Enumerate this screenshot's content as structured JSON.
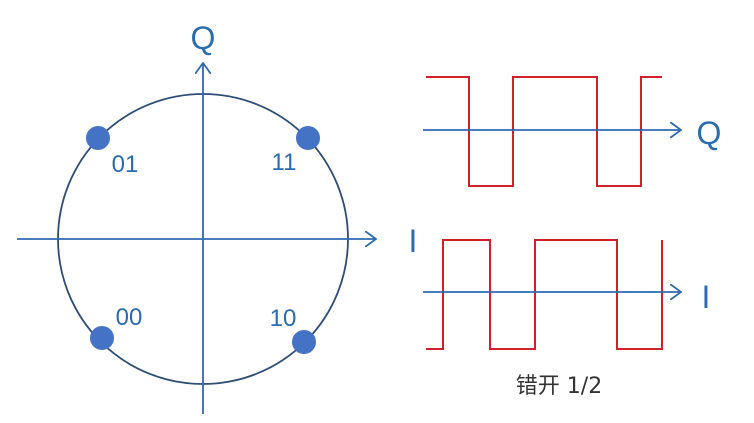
{
  "constellation": {
    "axis_q_label": "Q",
    "axis_i_label": "I",
    "points": [
      {
        "label": "01",
        "i": -1,
        "q": 1
      },
      {
        "label": "11",
        "i": 1,
        "q": 1
      },
      {
        "label": "00",
        "i": -1,
        "q": -1
      },
      {
        "label": "10",
        "i": 1,
        "q": -1
      }
    ]
  },
  "waveforms": {
    "q_axis_label": "Q",
    "i_axis_label": "I",
    "caption": "错开 1/2"
  },
  "colors": {
    "axis": "#2e6ab0",
    "circle": "#2d4d75",
    "point": "#4472c4",
    "waveform": "#d0202a",
    "label": "#2a6cb0"
  }
}
